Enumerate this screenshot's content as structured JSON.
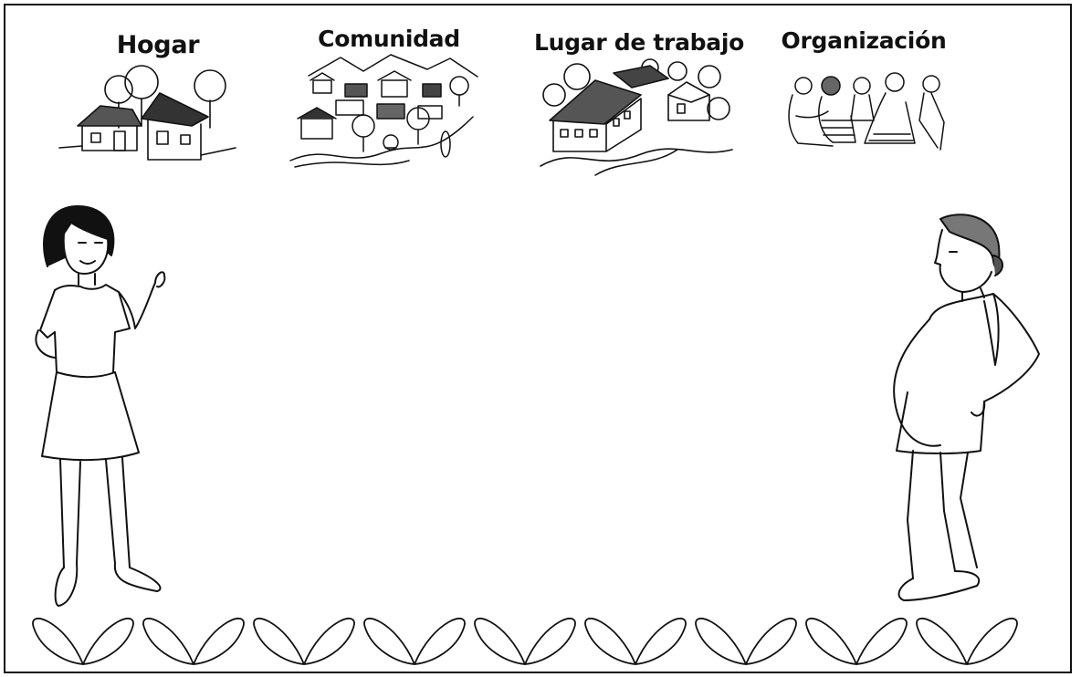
{
  "panels": [
    {
      "id": "home",
      "label": "Hogar",
      "illustration": "houses-icon"
    },
    {
      "id": "community",
      "label": "Comunidad",
      "illustration": "village-icon"
    },
    {
      "id": "workplace",
      "label": "Lugar de trabajo",
      "illustration": "factory-icon"
    },
    {
      "id": "organization",
      "label": "Organización",
      "illustration": "group-meeting-icon"
    }
  ],
  "figures": [
    {
      "id": "left",
      "illustration": "woman-gesturing-icon"
    },
    {
      "id": "right",
      "illustration": "pregnant-woman-icon"
    }
  ],
  "decorative_leaf_pairs": 9,
  "colors": {
    "ink": "#111111",
    "paper": "#ffffff"
  }
}
